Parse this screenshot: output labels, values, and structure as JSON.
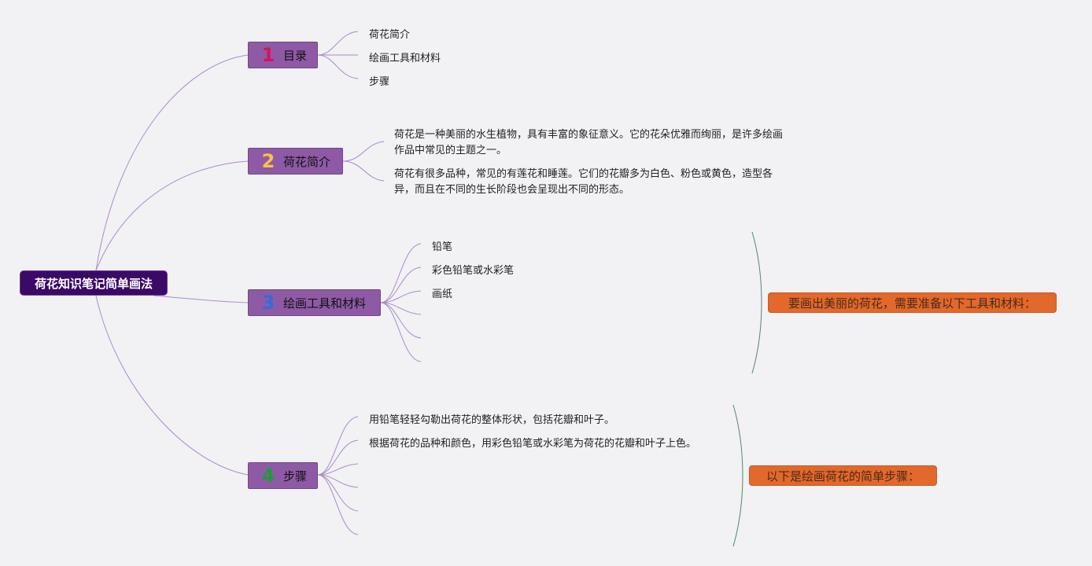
{
  "root": {
    "label": "荷花知识笔记简单画法"
  },
  "topics": [
    {
      "num": "1",
      "numColor": "#d4145a",
      "label": "目录",
      "children": [
        "荷花简介",
        "绘画工具和材料",
        "步骤"
      ]
    },
    {
      "num": "2",
      "numColor": "#f5c542",
      "label": "荷花简介",
      "paragraphs": [
        "荷花是一种美丽的水生植物，具有丰富的象征意义。它的花朵优雅而绚丽，是许多绘画作品中常见的主题之一。",
        "荷花有很多品种，常见的有莲花和睡莲。它们的花瓣多为白色、粉色或黄色，造型各异，而且在不同的生长阶段也会呈现出不同的形态。"
      ]
    },
    {
      "num": "3",
      "numColor": "#2f6fd6",
      "label": "绘画工具和材料",
      "children": [
        "铅笔",
        "彩色铅笔或水彩笔",
        "画纸"
      ]
    },
    {
      "num": "4",
      "numColor": "#1e9a3c",
      "label": "步骤",
      "children": [
        "用铅笔轻轻勾勒出荷花的整体形状，包括花瓣和叶子。",
        "根据荷花的品种和颜色，用彩色铅笔或水彩笔为荷花的花瓣和叶子上色。"
      ]
    }
  ],
  "callouts": [
    {
      "label": "要画出美丽的荷花，需要准备以下工具和材料："
    },
    {
      "label": "以下是绘画荷花的简单步骤："
    }
  ],
  "colors": {
    "connector": "#a98cc9",
    "bracket": "#4f8a6a",
    "topicFill": "#8e5aa6",
    "rootFill": "#3a0a66",
    "calloutFill": "#e2682b"
  }
}
